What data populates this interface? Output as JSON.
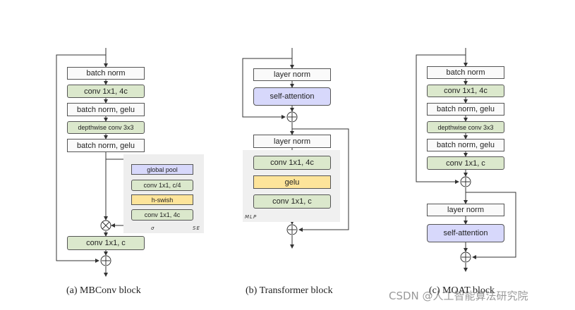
{
  "mbconv": {
    "bn1": "batch norm",
    "conv1": "conv 1x1, 4c",
    "bn2": "batch norm, gelu",
    "dw": "depthwise conv 3x3",
    "bn3": "batch norm, gelu",
    "se": {
      "pool": "global pool",
      "conv_c4": "conv 1x1, c/4",
      "hswish": "h-swish",
      "conv_4c": "conv 1x1, 4c",
      "sigma": "σ",
      "label": "SE"
    },
    "conv_out": "conv 1x1, c",
    "caption": "(a) MBConv block"
  },
  "transformer": {
    "ln1": "layer norm",
    "attn": "self-attention",
    "ln2": "layer norm",
    "mlp": {
      "conv1": "conv 1x1, 4c",
      "gelu": "gelu",
      "conv2": "conv 1x1, c",
      "label": "MLP"
    },
    "caption": "(b) Transformer block"
  },
  "moat": {
    "bn1": "batch norm",
    "conv1": "conv 1x1, 4c",
    "bn2": "batch norm, gelu",
    "dw": "depthwise conv 3x3",
    "bn3": "batch norm, gelu",
    "conv_out": "conv 1x1, c",
    "ln": "layer norm",
    "attn": "self-attention",
    "caption": "(c) MOAT block"
  },
  "watermark": "CSDN @人工智能算法研究院",
  "colors": {
    "white_box": "#fafafa",
    "green_box": "#dbe8cc",
    "blue_box": "#d7d8fb",
    "yellow_box": "#fde49a",
    "panel": "#eeeeee",
    "line": "#333333"
  }
}
